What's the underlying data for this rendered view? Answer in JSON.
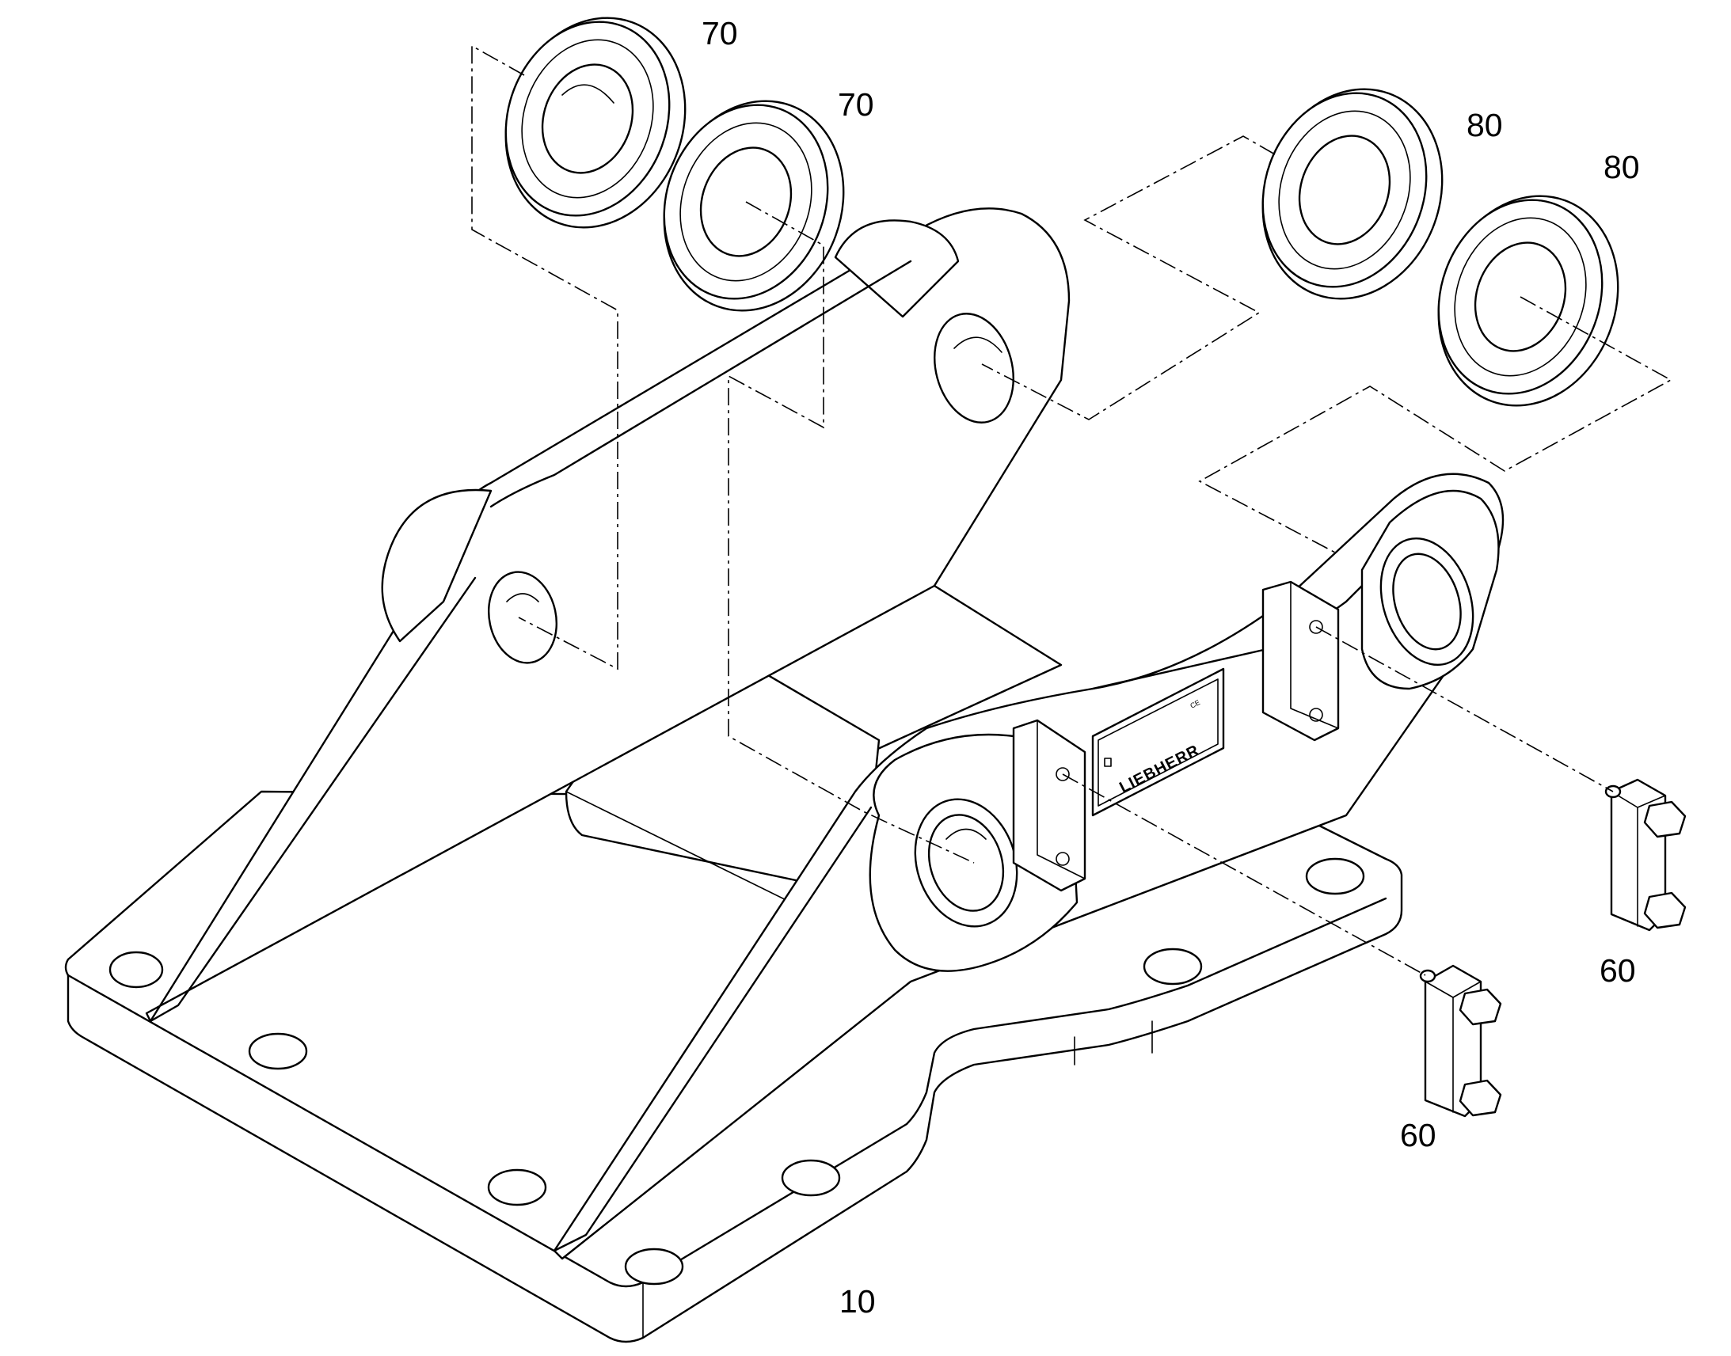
{
  "diagram": {
    "callouts": {
      "base": "10",
      "pin_lock_front": "60",
      "pin_lock_rear": "60",
      "bushing_left_a": "70",
      "bushing_left_b": "70",
      "bushing_right_a": "80",
      "bushing_right_b": "80"
    },
    "nameplate": {
      "brand": "LIEBHERR",
      "mark": "CE"
    }
  }
}
